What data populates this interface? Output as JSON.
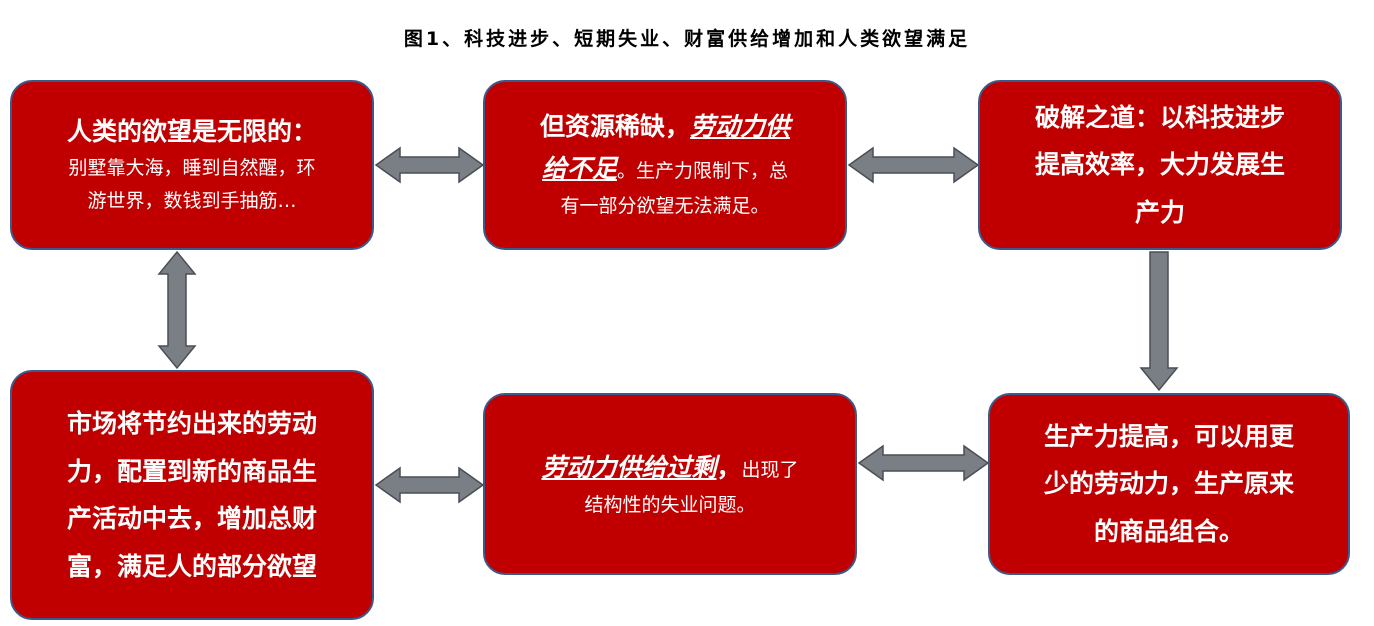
{
  "title": "图1、科技进步、短期失业、财富供给增加和人类欲望满足",
  "boxes": {
    "desires": {
      "heading": "人类的欲望是无限的：",
      "line1": "别墅靠大海，睡到自然醒，环",
      "line2": "游世界，数钱到手抽筋…"
    },
    "scarcity": {
      "intro": "但资源稀缺，",
      "emph1": "劳动力供",
      "emph2": "给不足",
      "tail1": "。生产力限制下，总",
      "line3": "有一部分欲望无法满足。"
    },
    "solution": {
      "line1": "破解之道：以科技进步",
      "line2": "提高效率，大力发展生",
      "line3": "产力"
    },
    "productivity": {
      "line1": "生产力提高，可以用更",
      "line2": "少的劳动力，生产原来",
      "line3": "的商品组合。"
    },
    "surplus": {
      "emph": "劳动力供给过剩",
      "comma": "，",
      "tail1": "出现了",
      "line2": "结构性的失业问题。"
    },
    "market": {
      "line1": "市场将节约出来的劳动",
      "line2": "力，配置到新的商品生",
      "line3": "产活动中去，增加总财",
      "line4": "富，满足人的部分欲望"
    }
  },
  "colors": {
    "box_fill": "#c00000",
    "box_border": "#3a5a8c",
    "arrow_fill": "#7a7f86",
    "arrow_stroke": "#4a4f55"
  }
}
